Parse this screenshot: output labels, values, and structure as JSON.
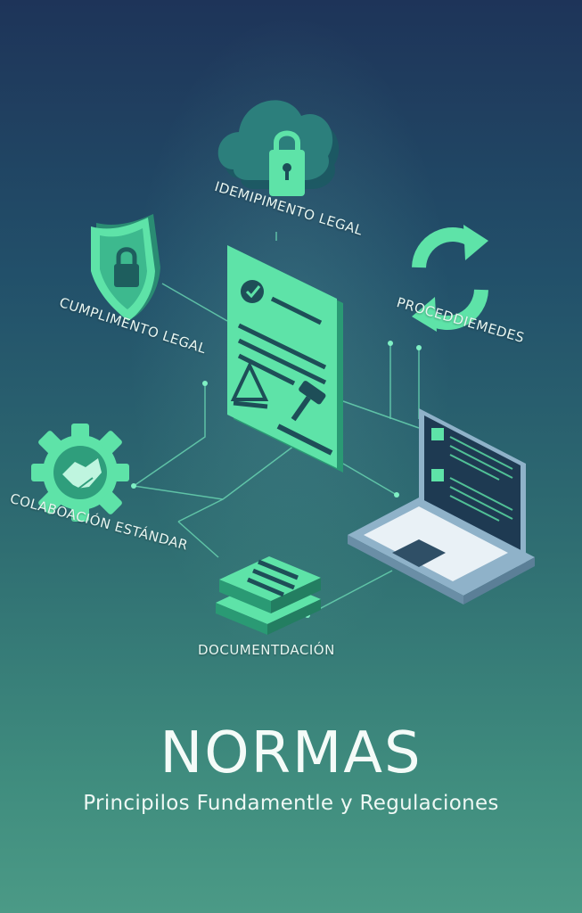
{
  "labels": {
    "cloud": "IDEMIPIMENTO LEGAL",
    "shield": "CUMPLIMENTO LEGAL",
    "refresh": "PROCEDDIEMEDES",
    "gear": "COLABOACIÓN ESTÁNDAR",
    "books": "DOCUMENTDACIÓN"
  },
  "title": "NORMAS",
  "subtitle": "Principilos Fundamentle y Regulaciones",
  "icons": [
    "cloud-lock-icon",
    "shield-lock-icon",
    "refresh-icon",
    "gear-handshake-icon",
    "document-icon",
    "laptop-icon",
    "books-icon"
  ],
  "colors": {
    "accent": "#5ee3a8",
    "accent_dark": "#2c9a72",
    "bg_top": "#1e3459",
    "bg_bottom": "#4b9a86"
  }
}
